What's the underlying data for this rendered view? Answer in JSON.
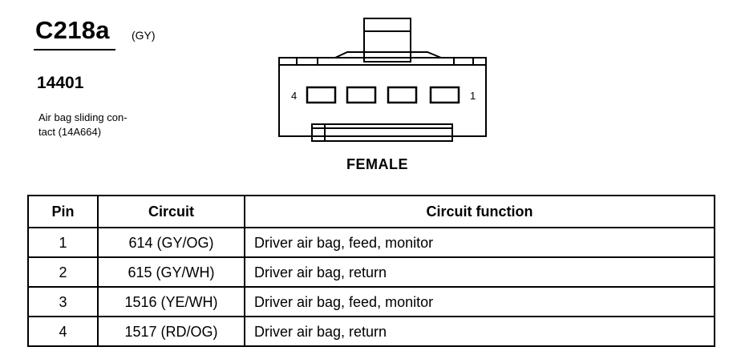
{
  "connector": {
    "id": "C218a",
    "color_code": "(GY)",
    "part_number": "14401",
    "description_lines": [
      "Air bag sliding con-",
      "tact (14A664)"
    ],
    "gender_label": "FEMALE",
    "pin_left_label": "4",
    "pin_right_label": "1"
  },
  "table": {
    "headers": {
      "pin": "Pin",
      "circuit": "Circuit",
      "function": "Circuit function"
    },
    "rows": [
      {
        "pin": "1",
        "circuit": "614 (GY/OG)",
        "function": "Driver air bag, feed, monitor"
      },
      {
        "pin": "2",
        "circuit": "615 (GY/WH)",
        "function": "Driver air bag, return"
      },
      {
        "pin": "3",
        "circuit": "1516 (YE/WH)",
        "function": "Driver air bag, feed, monitor"
      },
      {
        "pin": "4",
        "circuit": "1517 (RD/OG)",
        "function": "Driver air bag, return"
      }
    ]
  }
}
